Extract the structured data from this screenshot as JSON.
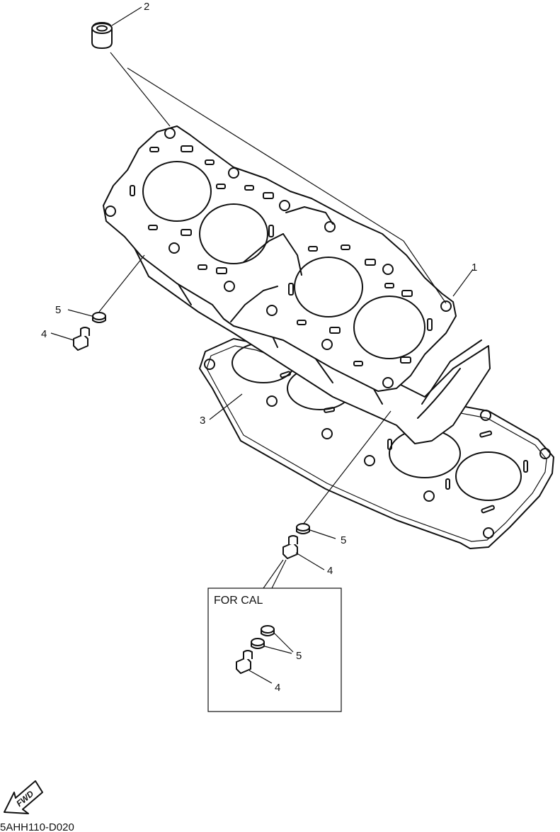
{
  "diagram": {
    "code": "5AHH110-D020",
    "fwd_label": "FWD",
    "inset_title": "FOR CAL",
    "callouts": {
      "c2": "2",
      "c1": "1",
      "c5a": "5",
      "c4a": "4",
      "c3": "3",
      "c5b": "5",
      "c4b": "4",
      "c5c": "5",
      "c4c": "4"
    }
  }
}
